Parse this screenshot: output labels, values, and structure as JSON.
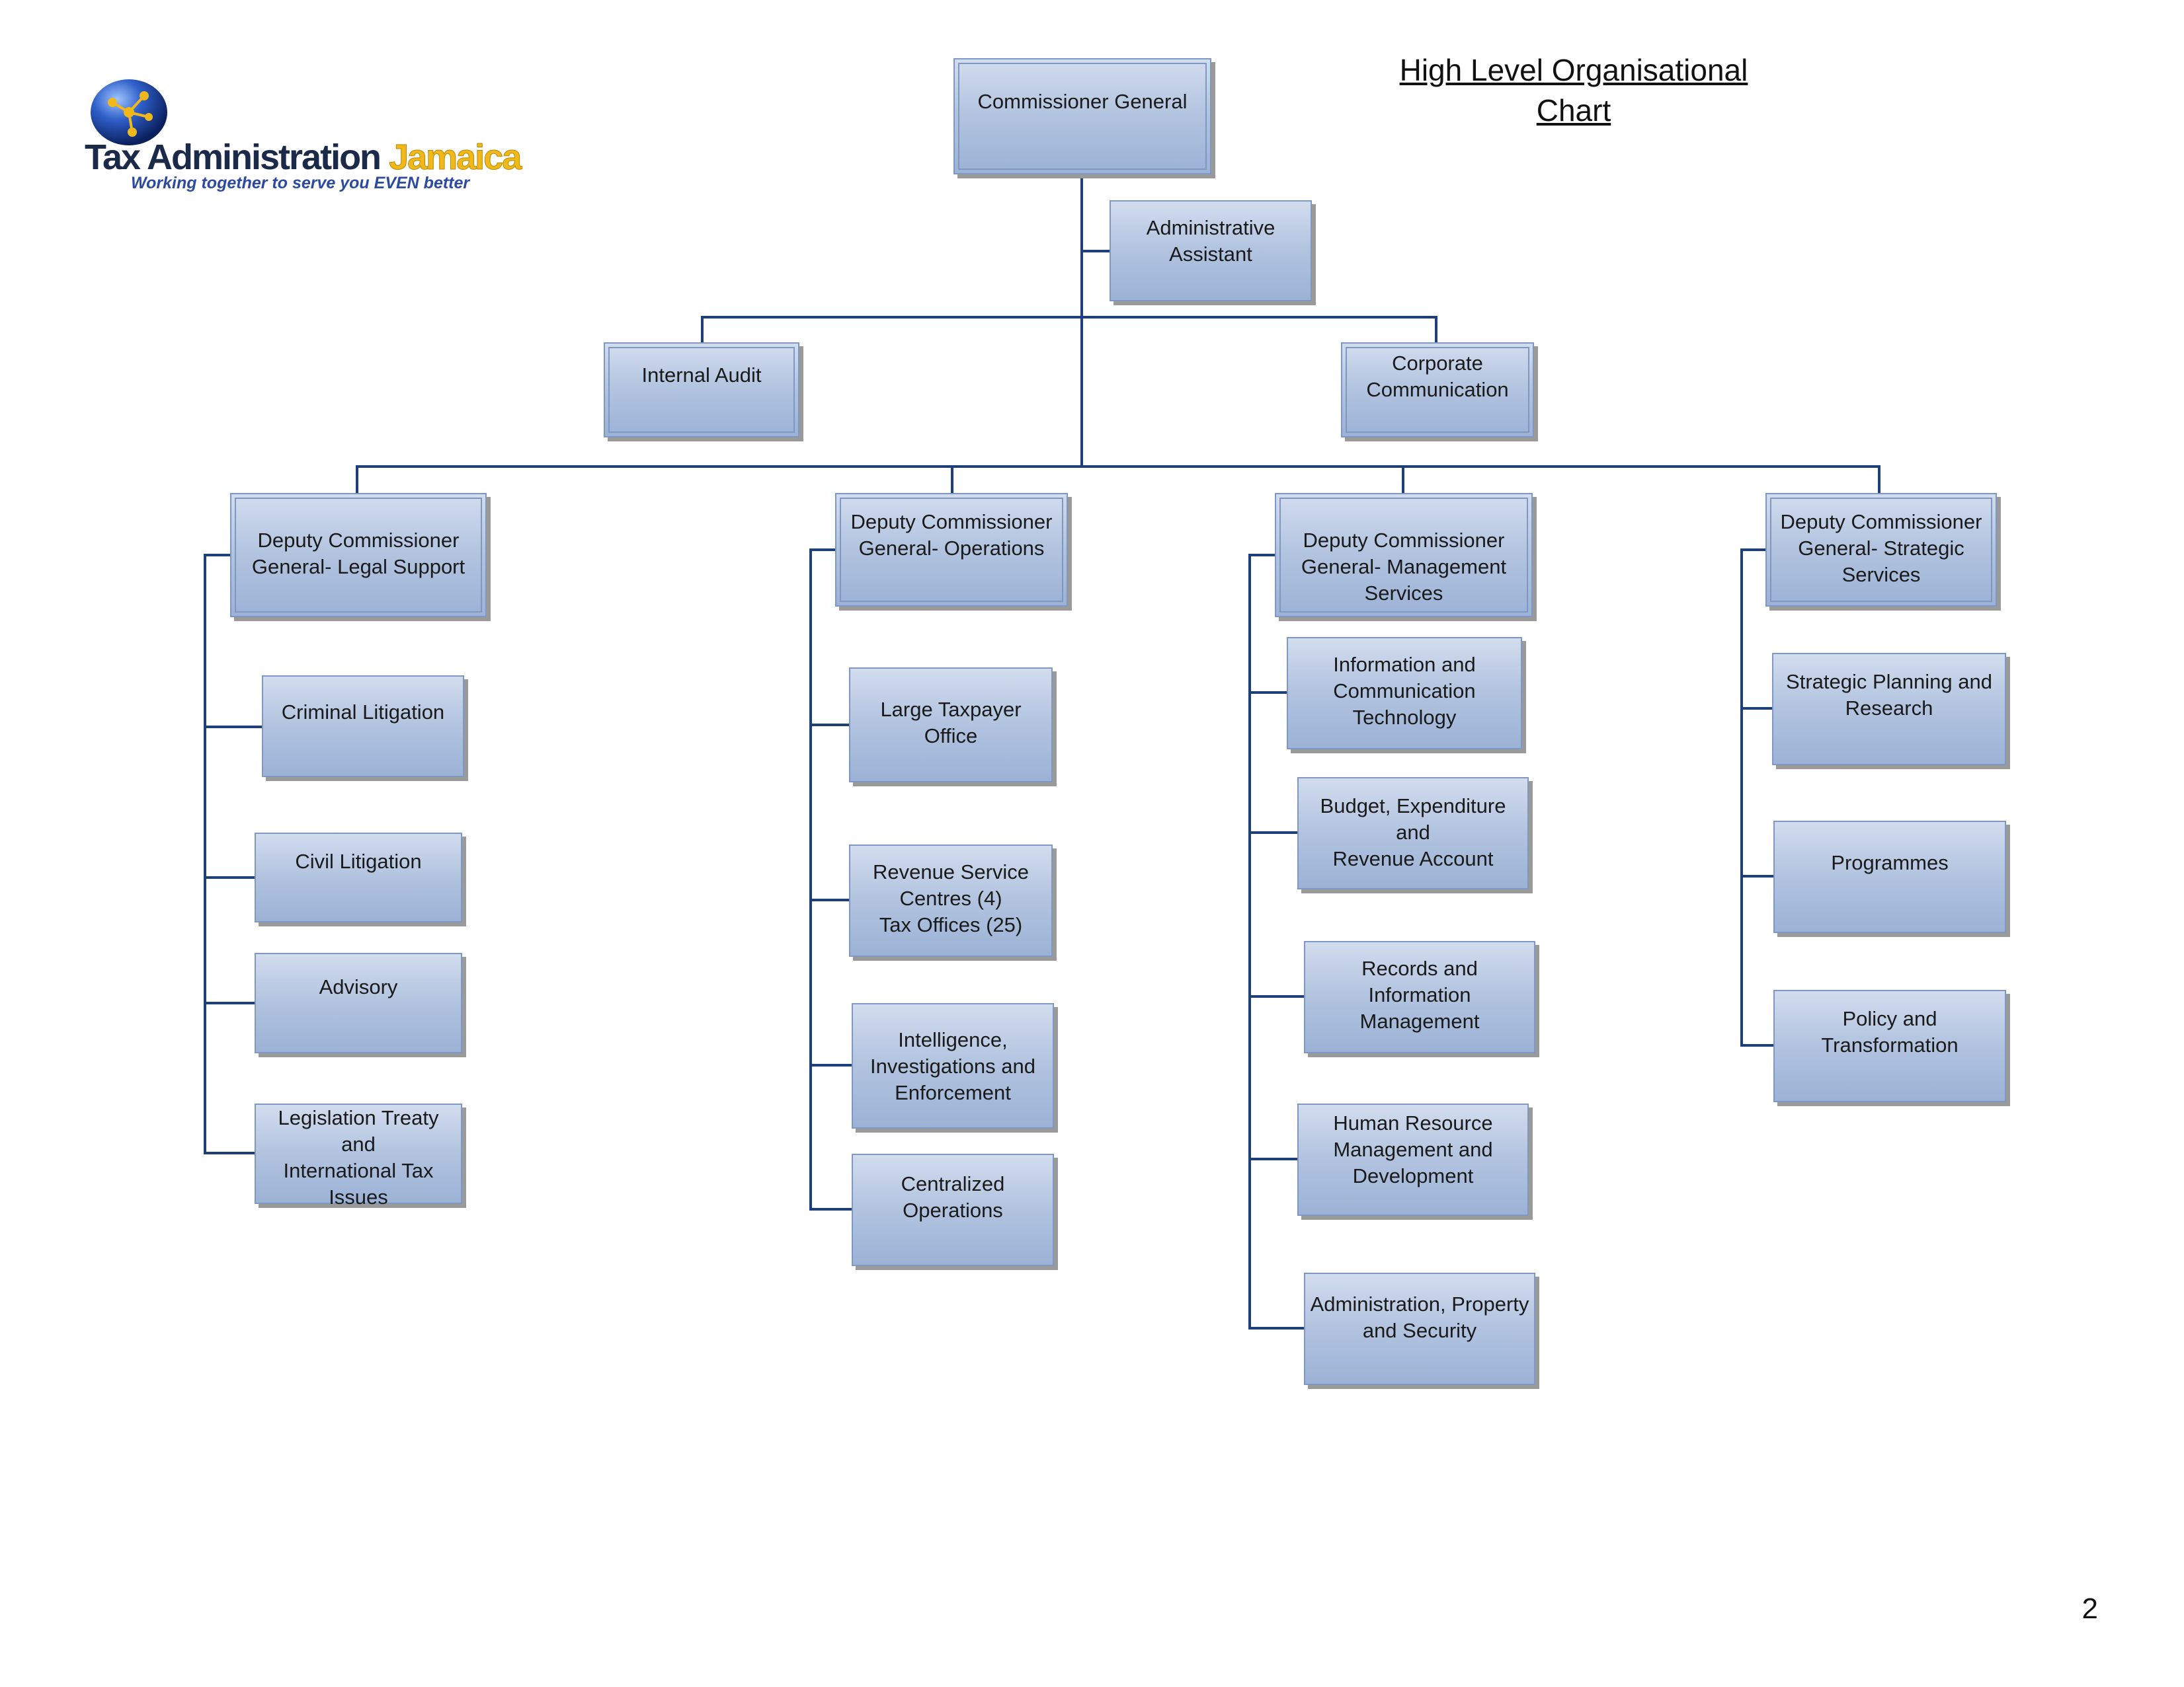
{
  "title": "High Level Organisational\nChart",
  "page_number": "2",
  "logo": {
    "name_part1": "Tax Administration",
    "name_part2": "Jamaica",
    "tagline": "Working together to serve you EVEN better"
  },
  "colors": {
    "connector": "#1f3f78",
    "box_fill_top": "#d2dcee",
    "box_fill_bottom": "#9cb2d6",
    "box_border": "#7f98c2",
    "logo_gold": "#f0b81a",
    "logo_navy": "#1b2a48"
  },
  "nodes": {
    "commissioner_general": "Commissioner General",
    "administrative_assistant": "Administrative\nAssistant",
    "internal_audit": "Internal Audit",
    "corporate_communication": "Corporate\nCommunication",
    "dcg_legal": "Deputy Commissioner\nGeneral- Legal Support",
    "criminal_litigation": "Criminal Litigation",
    "civil_litigation": "Civil Litigation",
    "advisory": "Advisory",
    "legislation_treaty": "Legislation Treaty and\nInternational Tax\nIssues",
    "dcg_operations": "Deputy Commissioner\nGeneral- Operations",
    "large_taxpayer": "Large Taxpayer Office",
    "revenue_service": "Revenue Service\nCentres (4)\nTax Offices (25)",
    "intelligence": "Intelligence,\nInvestigations and\nEnforcement",
    "centralized_ops": "Centralized\nOperations",
    "dcg_management": "Deputy Commissioner\nGeneral- Management\nServices",
    "ict": "Information and\nCommunication\nTechnology",
    "budget": "Budget, Expenditure and\nRevenue Account",
    "records": "Records and\nInformation\nManagement",
    "hr": "Human Resource\nManagement and\nDevelopment",
    "admin_property": "Administration, Property\nand Security",
    "dcg_strategic": "Deputy Commissioner\nGeneral- Strategic\nServices",
    "strategic_planning": "Strategic Planning and\nResearch",
    "programmes": "Programmes",
    "policy_transformation": "Policy and\nTransformation"
  }
}
